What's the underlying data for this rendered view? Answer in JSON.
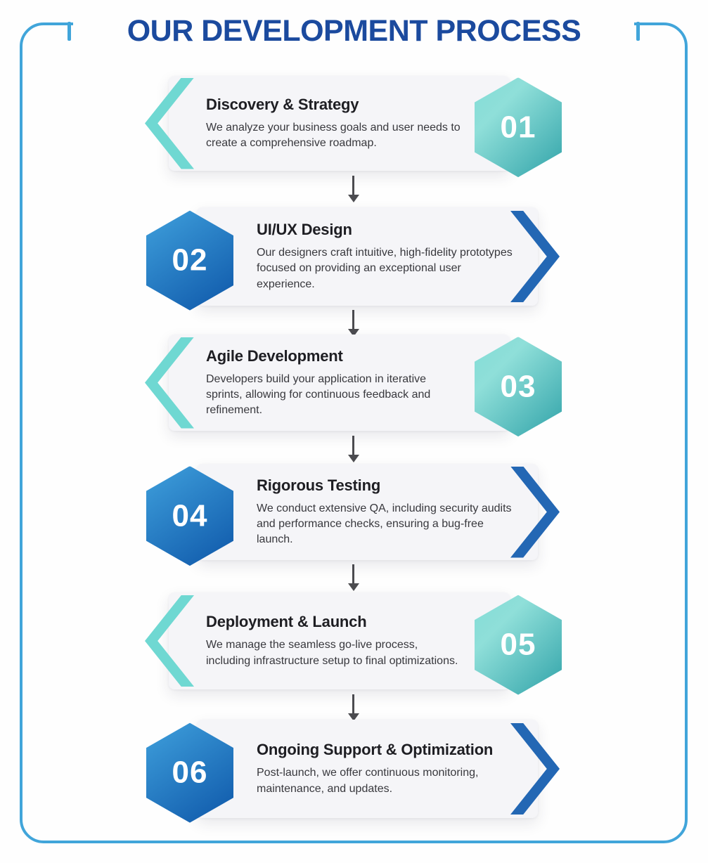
{
  "title": "OUR DEVELOPMENT PROCESS",
  "theme": {
    "title_blue": "#1b4a9e",
    "frame_blue": "#41a5da",
    "teal_chevron": "#6fd8d2",
    "teal_light": "#82dcd6",
    "teal_dark": "#31a3a9",
    "blue_chevron": "#2367b4",
    "blue_light": "#3fa0dc",
    "blue_dark": "#0e57a9",
    "card_bg": "#f5f5f8",
    "arrow_gray": "#4c4c50"
  },
  "steps": [
    {
      "number": "01",
      "title": "Discovery & Strategy",
      "description": "We analyze your business goals and user needs to create a comprehensive roadmap."
    },
    {
      "number": "02",
      "title": "UI/UX Design",
      "description": "Our designers craft intuitive, high-fidelity prototypes focused on providing an exceptional user experience."
    },
    {
      "number": "03",
      "title": "Agile Development",
      "description": "Developers build your application in iterative sprints, allowing for continuous feedback and refinement."
    },
    {
      "number": "04",
      "title": "Rigorous Testing",
      "description": "We conduct extensive QA, including security audits and performance checks, ensuring a bug-free launch."
    },
    {
      "number": "05",
      "title": "Deployment & Launch",
      "description": "We manage the seamless go-live process, including infrastructure setup to final optimizations."
    },
    {
      "number": "06",
      "title": "Ongoing Support & Optimization",
      "description": "Post-launch, we offer continuous monitoring, maintenance, and updates."
    }
  ]
}
